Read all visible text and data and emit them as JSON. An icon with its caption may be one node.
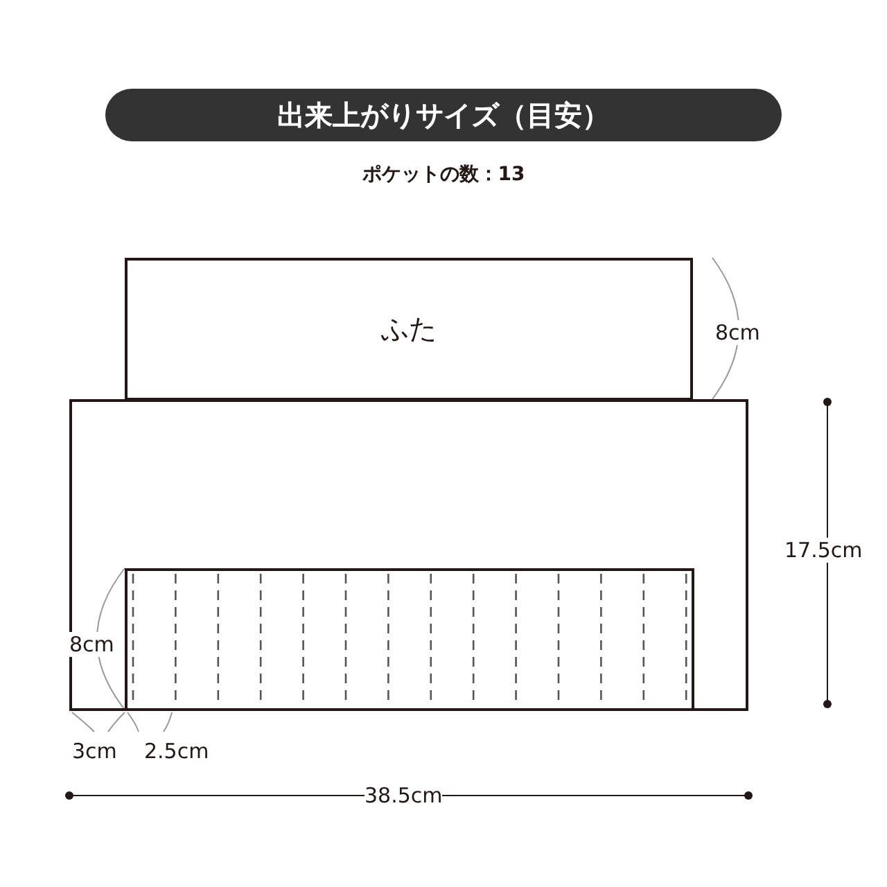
{
  "diagram": {
    "title": "出来上がりサイズ（目安）",
    "nodes": [
      {
        "text": [
          "ふた"
        ]
      },
      {
        "text": [],
        "shape": "box"
      },
      {
        "text": [],
        "shape": "box",
        "in": 1
      }
    ],
    "edges": [],
    "labels": [
      "ポケットの数：13",
      "8cm",
      "17.5cm",
      "8cm",
      "3cm",
      "2.5cm",
      "38.5cm"
    ]
  }
}
